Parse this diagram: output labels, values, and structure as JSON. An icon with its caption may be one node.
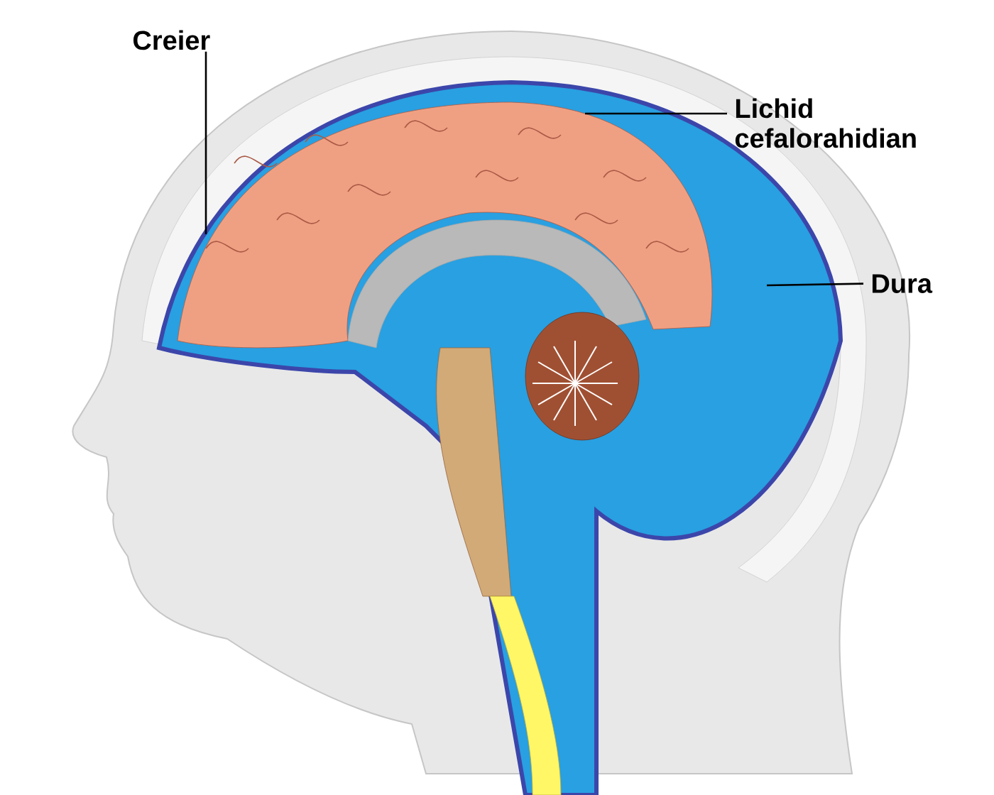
{
  "diagram": {
    "nodes": [
      {
        "text": [
          "Creier"
        ]
      },
      {
        "text": [
          "Lichid cefalorahidian"
        ]
      },
      {
        "text": [
          "Dura"
        ]
      }
    ],
    "edges": [
      {
        "from": 0,
        "to": null,
        "arrow": "none"
      },
      {
        "from": 1,
        "to": null,
        "arrow": "none"
      },
      {
        "from": 2,
        "to": null,
        "arrow": "none"
      }
    ]
  }
}
